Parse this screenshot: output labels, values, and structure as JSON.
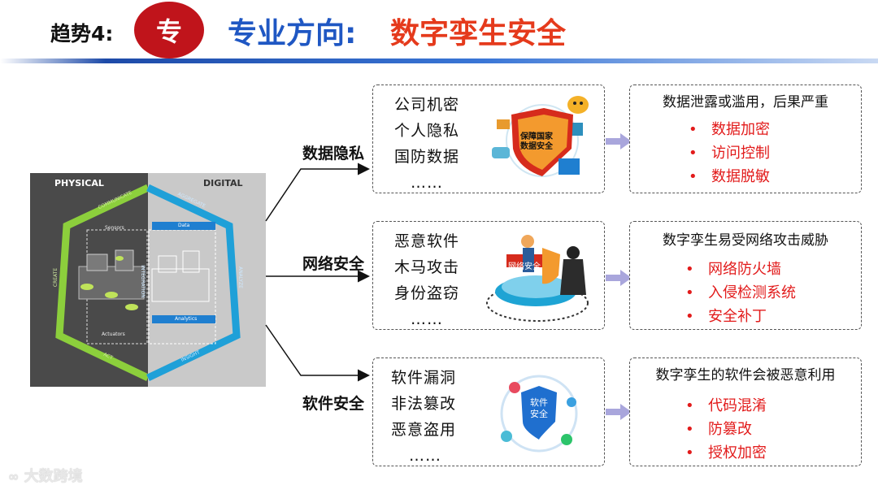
{
  "header": {
    "trend_label": "趋势4:",
    "badge": "专",
    "title_prefix": "专业方向:",
    "title_main": "数字孪生安全"
  },
  "figure": {
    "physical_label": "PHYSICAL",
    "digital_label": "DIGITAL",
    "cycle_labels": {
      "communicate": "COMMUNICATE",
      "aggregate": "AGGREGATE",
      "create": "CREATE",
      "analyze": "ANALYZE",
      "act": "ACT",
      "insight": "INSIGHT",
      "integration": "INTEGRATION"
    },
    "inner_labels": {
      "sensors": "Sensors",
      "actuators": "Actuators",
      "data": "Data",
      "analytics": "Analytics"
    }
  },
  "branches": [
    {
      "label": "数据隐私",
      "threats": [
        "公司机密",
        "个人隐私",
        "国防数据",
        "……"
      ],
      "illustration_text": [
        "保障国家",
        "数据安全"
      ],
      "summary": "数据泄露或滥用，后果严重",
      "measures": [
        "数据加密",
        "访问控制",
        "数据脱敏"
      ]
    },
    {
      "label": "网络安全",
      "threats": [
        "恶意软件",
        "木马攻击",
        "身份盗窃",
        "……"
      ],
      "illustration_text": [
        "网络安全"
      ],
      "summary": "数字孪生易受网络攻击威胁",
      "measures": [
        "网络防火墙",
        "入侵检测系统",
        "安全补丁"
      ]
    },
    {
      "label": "软件安全",
      "threats": [
        "软件漏洞",
        "非法篡改",
        "恶意盗用",
        "……"
      ],
      "illustration_text": [
        "软件",
        "安全"
      ],
      "summary": "数字孪生的软件会被恶意利用",
      "measures": [
        "代码混淆",
        "防篡改",
        "授权加密"
      ]
    }
  ],
  "bullet_symbol": "•",
  "watermark": "大数跨境",
  "colors": {
    "title_blue": "#1f57c3",
    "title_red": "#e53a1c",
    "badge_red": "#c0141b",
    "measure_red": "#e21b1b",
    "arrow": "#a9a6dc"
  }
}
